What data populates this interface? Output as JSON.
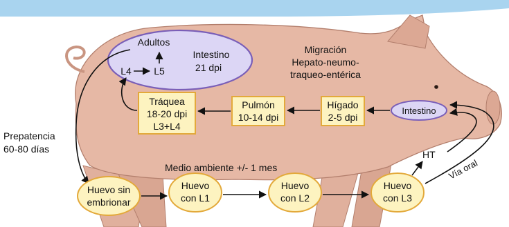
{
  "nodes": {
    "adults": "Adultos",
    "l4": "L4",
    "l5": "L5",
    "intestine_title": "Intestino",
    "intestine_days": "21 dpi",
    "trachea_1": "Tráquea",
    "trachea_2": "18-20 dpi",
    "trachea_3": "L3+L4",
    "lung_1": "Pulmón",
    "lung_2": "10-14 dpi",
    "liver_1": "Hígado",
    "liver_2": "2-5 dpi",
    "intestine_small": "Intestino",
    "egg_unembryonated_1": "Huevo sin",
    "egg_unembryonated_2": "embrionar",
    "egg_l1_1": "Huevo",
    "egg_l1_2": "con L1",
    "egg_l2_1": "Huevo",
    "egg_l2_2": "con L2",
    "egg_l3_1": "Huevo",
    "egg_l3_2": "con L3"
  },
  "labels": {
    "migration_1": "Migración",
    "migration_2": "Hepato-neumo-",
    "migration_3": "traqueo-entérica",
    "prepatency_1": "Prepatencia",
    "prepatency_2": "60-80 días",
    "environment": "Medio ambiente +/-   1 mes",
    "ht": "HT",
    "oral_route": "Vía oral"
  },
  "colors": {
    "banner": "#a9d4ef",
    "pig_body": "#e6b8a5",
    "pig_outline": "#b37f6d",
    "lavender_node": "#dcd6f5",
    "lavender_stroke": "#7a5fb8",
    "cream_node": "#fdf3c0",
    "cream_stroke": "#e3a93a"
  }
}
